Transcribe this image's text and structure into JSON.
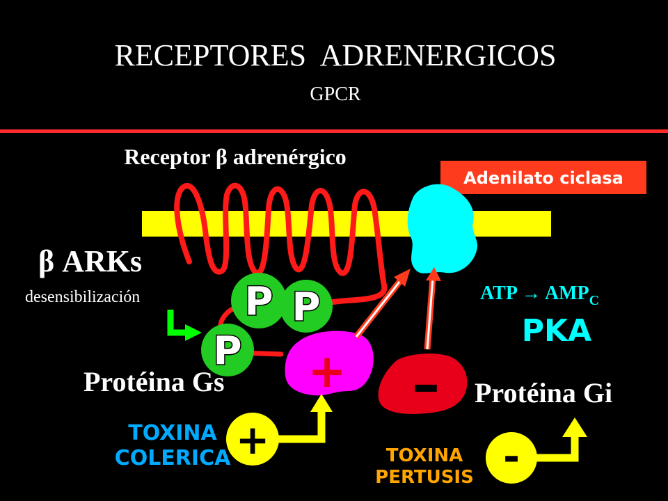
{
  "title": "RECEPTORES  ADRENERGICOS",
  "subtitle": "GPCR",
  "receptor_label": "Receptor β adrenérgico",
  "adenylate_label": "Adenilato ciclasa",
  "barks_label": "β ARKs",
  "desens_label": "desensibilización",
  "phospho_letter": "P",
  "atp_text": "ATP → AMP",
  "atp_sub": "C",
  "pka_label": "PKA",
  "gs_label": "Protéina Gs",
  "gi_label": "Protéina Gi",
  "plus_sign": "+",
  "minus_sign": "–",
  "cholera_line1": "TOXINA",
  "cholera_line2": "COLERICA",
  "pertussis_line1": "TOXINA",
  "pertussis_line2": "PERTUSIS",
  "cholera_sign": "+",
  "pertussis_sign": "-",
  "colors": {
    "background": "#000000",
    "membrane": "#ffff00",
    "receptor": "#ff1a1a",
    "divider": "#ff2a2a",
    "adenylate": "#00ffff",
    "adenylate_box": "#ff3b1e",
    "gs_protein": "#ff00ff",
    "gi_protein": "#e8001a",
    "phospho": "#22cc22",
    "atp_text": "#00ffff",
    "cholera_text": "#00aaff",
    "pertussis_text": "#ffa500",
    "arrow_green": "#00ff00",
    "toxin_arrow": "#ffff00"
  }
}
